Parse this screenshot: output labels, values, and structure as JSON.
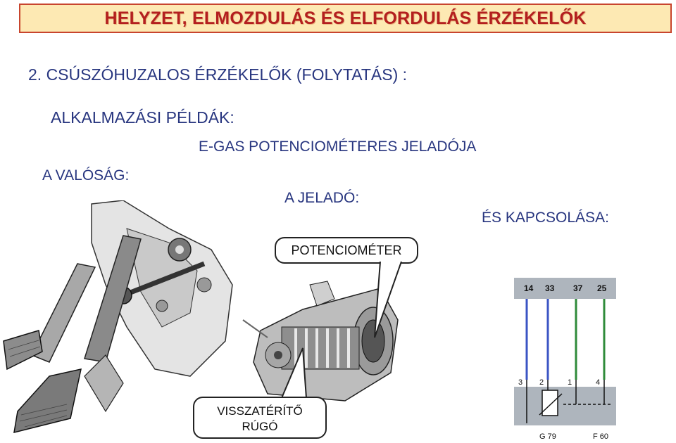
{
  "slide": {
    "title": "HELYZET, ELMOZDULÁS ÉS ELFORDULÁS ÉRZÉKELŐK",
    "subtitle": "2. CSÚSZÓHUZALOS ÉRZÉKELŐK (FOLYTATÁS) :",
    "applications_label": "ALKALMAZÁSI PÉLDÁK:",
    "egas_label": "E-GAS POTENCIOMÉTERES JELADÓJA",
    "reality_label": "A VALÓSÁG:",
    "sensor_label": "A JELADÓ:",
    "wiring_label": "ÉS KAPCSOLÁSA:",
    "callout_potentiometer": "POTENCIOMÉTER",
    "callout_spring_line1": "VISSZATÉRÍTŐ",
    "callout_spring_line2": "RÚGÓ"
  },
  "wiring_diagram": {
    "top_pins": [
      "14",
      "33",
      "37",
      "25"
    ],
    "bottom_pins": [
      "3",
      "2",
      "1",
      "4"
    ],
    "component_labels": [
      "G 79",
      "F 60"
    ]
  },
  "colors": {
    "title_text": "#b31f1f",
    "title_bg": "#fde9b3",
    "title_border": "#c8452e",
    "body_text": "#27357f",
    "wire_blue": "#3b55c4",
    "wire_green": "#2f8b3a",
    "wiring_panel": "#aeb5bd"
  }
}
